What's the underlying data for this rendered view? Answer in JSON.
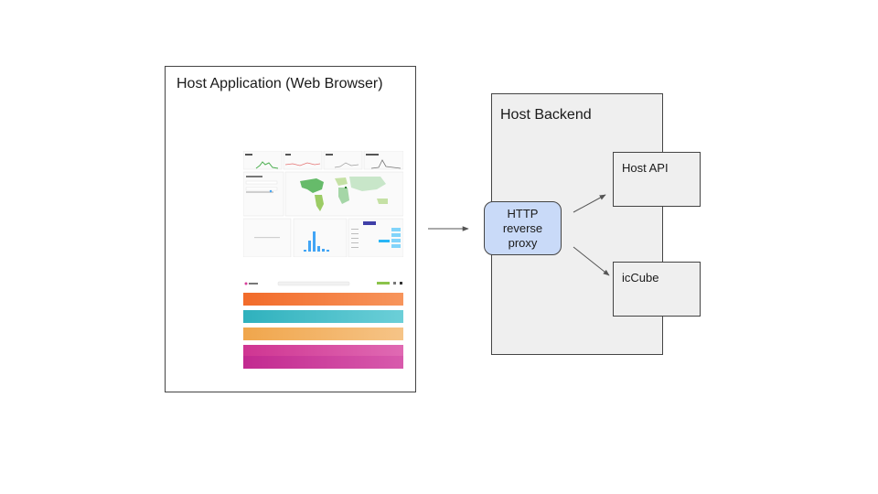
{
  "host_app": {
    "title": "Host Application (Web Browser)"
  },
  "proxy": {
    "lines": [
      "HTTP",
      "reverse",
      "proxy"
    ]
  },
  "host_backend": {
    "title": "Host Backend"
  },
  "host_api": {
    "title": "Host API"
  },
  "iccube": {
    "title": "icCube"
  },
  "colors": {
    "proxy_fill": "#c9daf8",
    "backend_fill": "#efefef",
    "banner_orange": "#f47a3a",
    "banner_teal": "#3cb8c4",
    "banner_gold": "#f2b061",
    "banner_pink": "#d6409a",
    "banner_magenta": "#c8349a"
  },
  "icons": [
    "dashboard-screenshot-thumbnail",
    "app-list-screenshot-thumbnail"
  ]
}
